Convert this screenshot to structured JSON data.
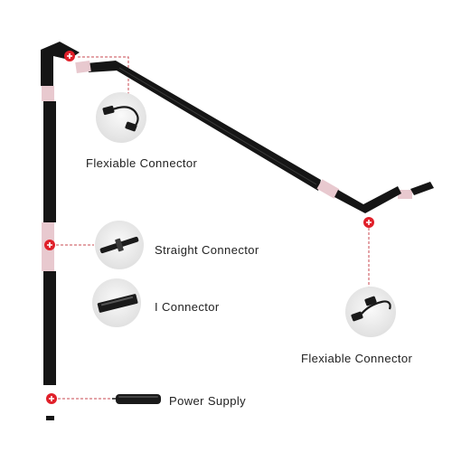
{
  "labels": {
    "flexible_connector_top": "Flexiable Connector",
    "straight_connector": "Straight Connector",
    "i_connector": "I Connector",
    "flexible_connector_right": "Flexiable Connector",
    "power_supply": "Power Supply"
  },
  "colors": {
    "rail": "#151515",
    "marker": "#e0202a",
    "leader_line": "#c84a50",
    "joint": "#e8c9cf",
    "thumbnail_bg": "#eeeeee",
    "text": "#222222"
  },
  "icons": [
    "plus-marker-icon",
    "flexible-connector-icon",
    "straight-connector-icon",
    "i-connector-icon",
    "power-supply-icon"
  ]
}
